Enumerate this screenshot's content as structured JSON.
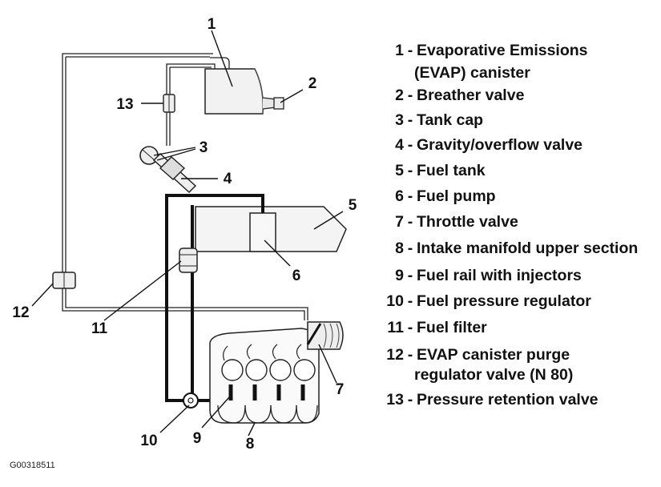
{
  "diagram": {
    "figure_id": "G00318511",
    "callouts": [
      "1",
      "2",
      "3",
      "4",
      "5",
      "6",
      "7",
      "8",
      "9",
      "10",
      "11",
      "12",
      "13"
    ],
    "legend": [
      {
        "num": "1",
        "text": "Evaporative Emissions",
        "cont": "(EVAP) canister"
      },
      {
        "num": "2",
        "text": "Breather valve"
      },
      {
        "num": "3",
        "text": "Tank cap"
      },
      {
        "num": "4",
        "text": "Gravity/overflow valve"
      },
      {
        "num": "5",
        "text": "Fuel tank"
      },
      {
        "num": "6",
        "text": "Fuel pump"
      },
      {
        "num": "7",
        "text": "Throttle valve"
      },
      {
        "num": "8",
        "text": "Intake manifold upper section"
      },
      {
        "num": "9",
        "text": "Fuel rail with injectors"
      },
      {
        "num": "10",
        "text": "Fuel pressure regulator"
      },
      {
        "num": "11",
        "text": "Fuel filter"
      },
      {
        "num": "12",
        "text": "EVAP canister purge",
        "cont": "regulator valve (N 80)"
      },
      {
        "num": "13",
        "text": "Pressure retention valve"
      }
    ]
  }
}
